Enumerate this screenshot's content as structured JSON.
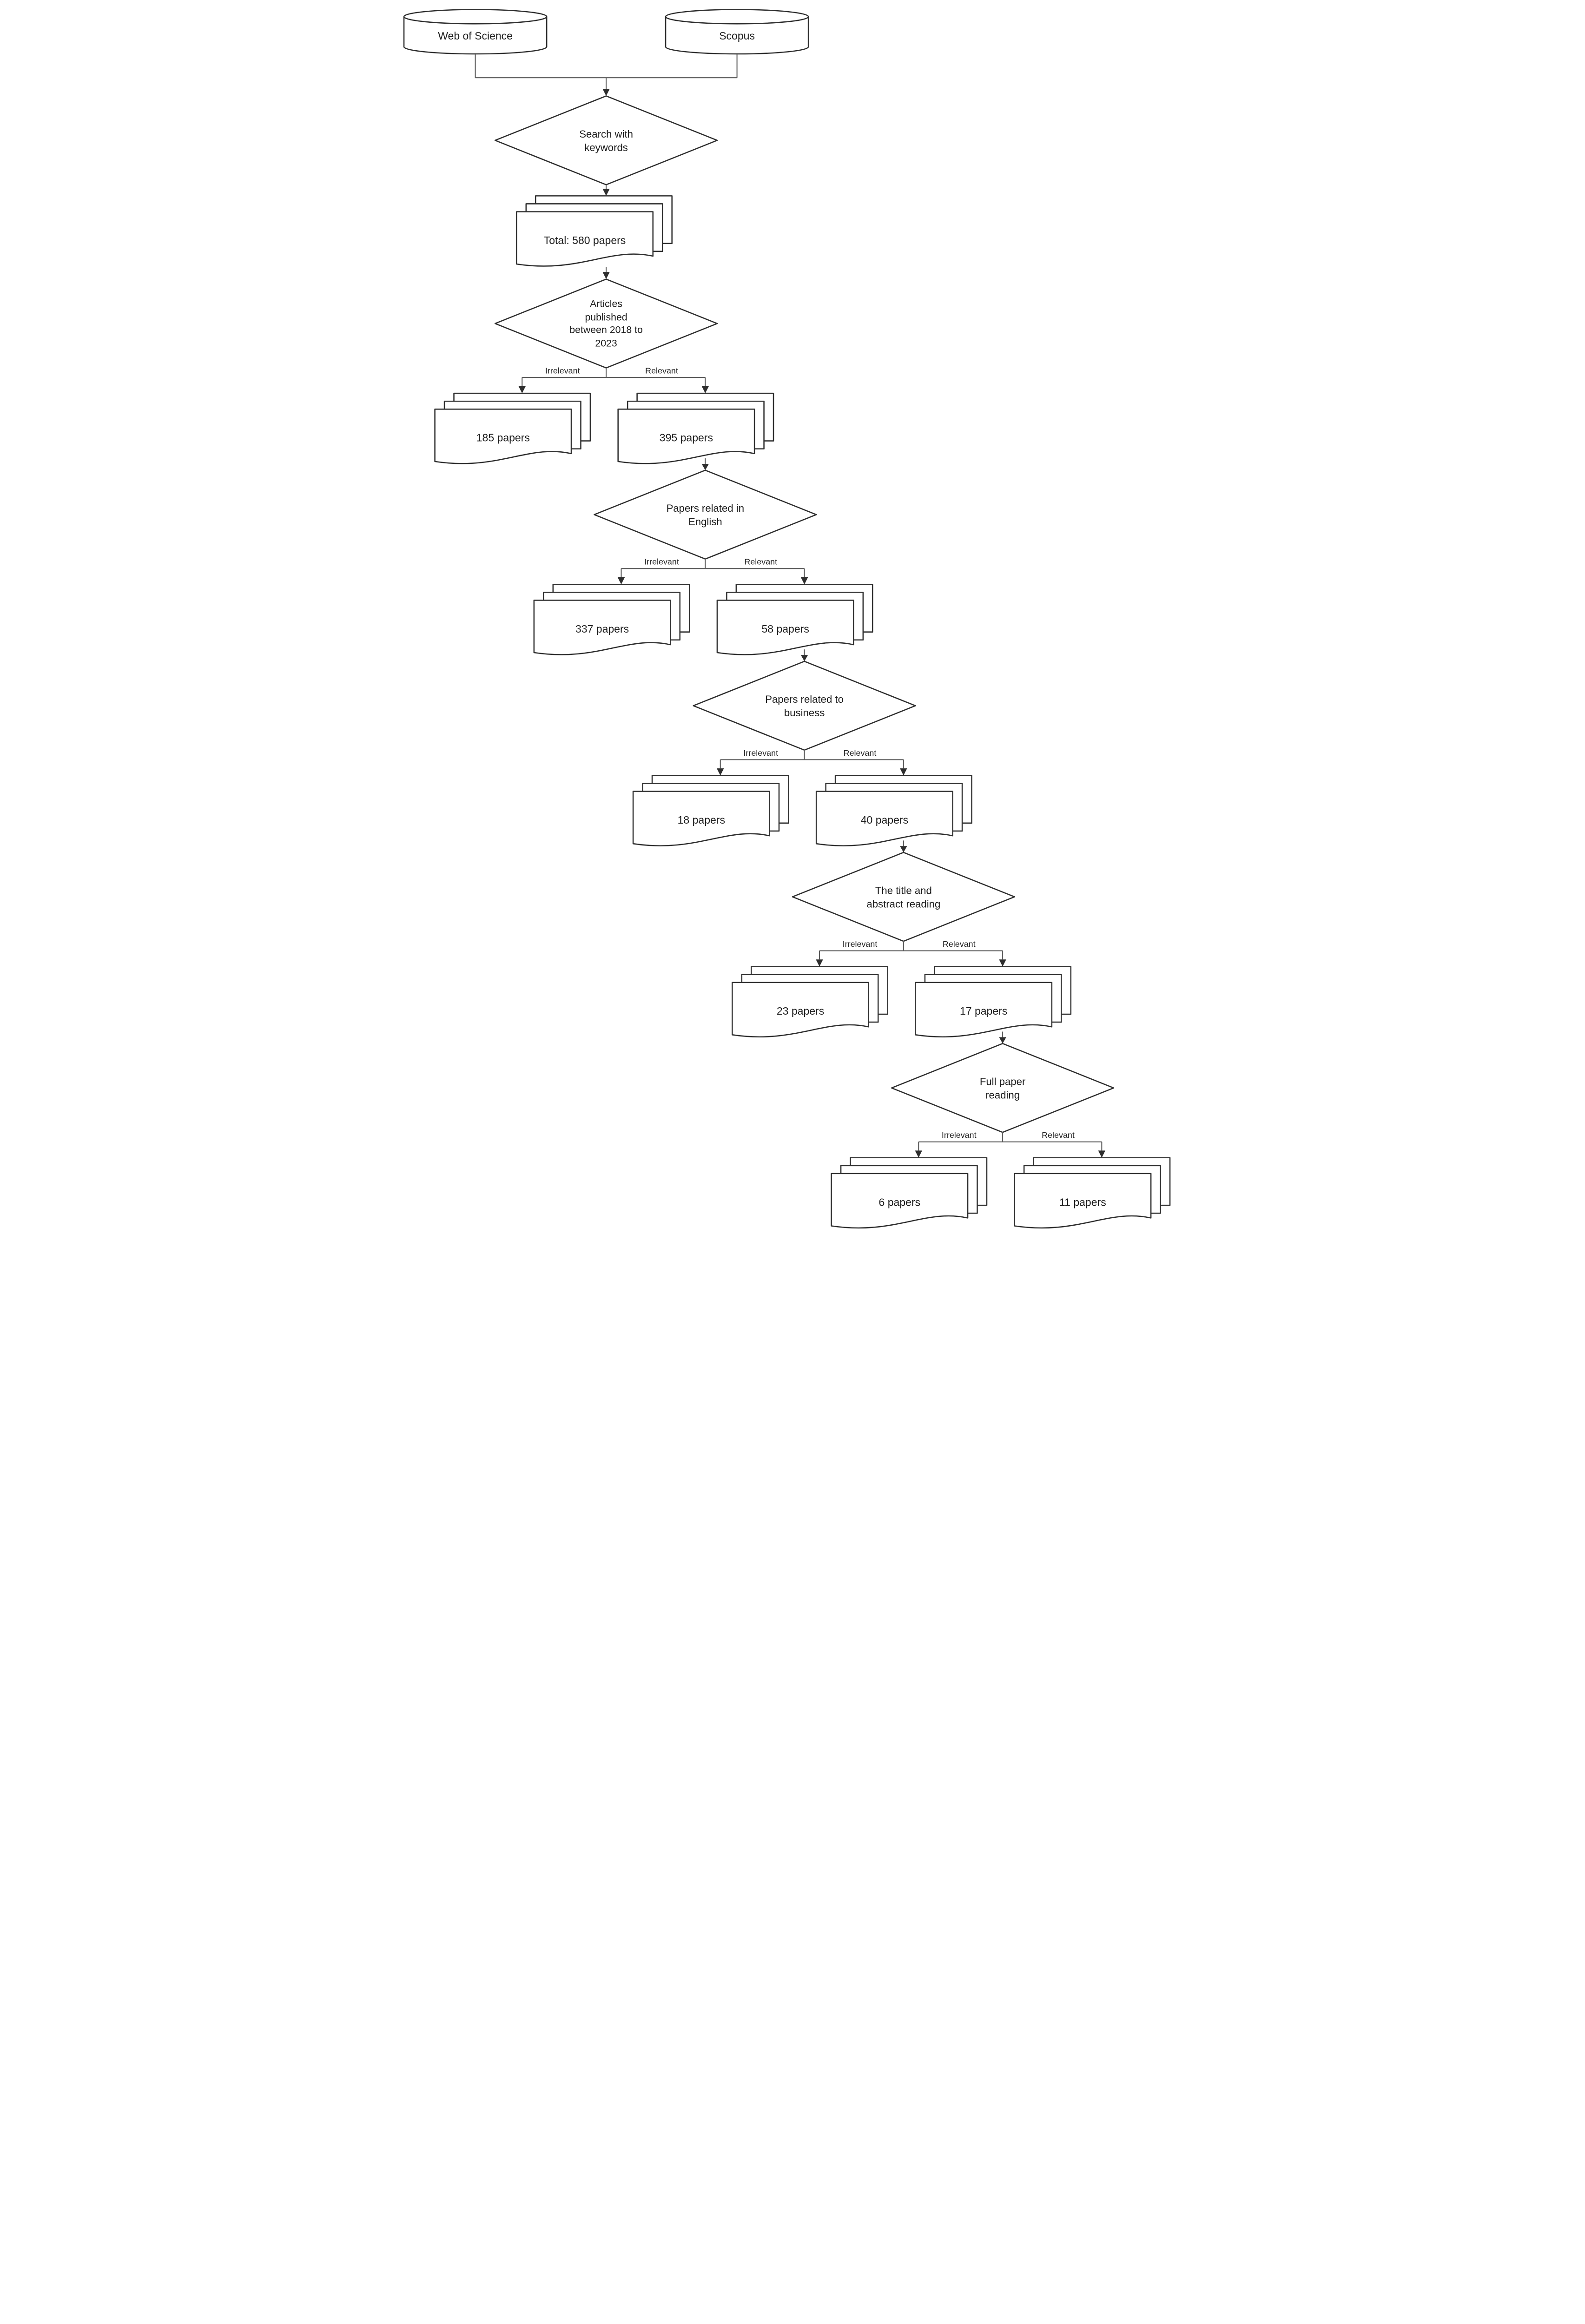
{
  "diagram_type": "flowchart",
  "colors": {
    "background": "#ffffff",
    "shape_fill": "#ffffff",
    "shape_stroke": "#2e2e2e",
    "connector": "#5a5a5a",
    "text": "#1c1c1c"
  },
  "nodes": {
    "wos": {
      "type": "database-cylinder",
      "label": "Web of Science"
    },
    "scopus": {
      "type": "database-cylinder",
      "label": "Scopus"
    },
    "d1": {
      "type": "decision",
      "lines": [
        "Search with",
        "keywords"
      ]
    },
    "s1": {
      "type": "document-stack",
      "label": "Total: 580 papers"
    },
    "d2": {
      "type": "decision",
      "lines": [
        "Articles",
        "published",
        "between 2018 to",
        "2023"
      ]
    },
    "s2_left": {
      "type": "document-stack",
      "label": "185 papers"
    },
    "s2_right": {
      "type": "document-stack",
      "label": "395 papers"
    },
    "d3": {
      "type": "decision",
      "lines": [
        "Papers related in",
        "English"
      ]
    },
    "s3_left": {
      "type": "document-stack",
      "label": "337 papers"
    },
    "s3_right": {
      "type": "document-stack",
      "label": "58 papers"
    },
    "d4": {
      "type": "decision",
      "lines": [
        "Papers related to",
        "business"
      ]
    },
    "s4_left": {
      "type": "document-stack",
      "label": "18 papers"
    },
    "s4_right": {
      "type": "document-stack",
      "label": "40 papers"
    },
    "d5": {
      "type": "decision",
      "lines": [
        "The title and",
        "abstract reading"
      ]
    },
    "s5_left": {
      "type": "document-stack",
      "label": "23 papers"
    },
    "s5_right": {
      "type": "document-stack",
      "label": "17 papers"
    },
    "d6": {
      "type": "decision",
      "lines": [
        "Full paper",
        "reading"
      ]
    },
    "s6_left": {
      "type": "document-stack",
      "label": "6 papers"
    },
    "s6_right": {
      "type": "document-stack",
      "label": "11 papers"
    }
  },
  "branches": {
    "irrelevant": "Irrelevant",
    "relevant": "Relevant"
  },
  "flow": [
    {
      "from": "wos+scopus",
      "to": "d1"
    },
    {
      "from": "d1",
      "to": "s1"
    },
    {
      "from": "s1",
      "to": "d2"
    },
    {
      "from": "d2",
      "irrelevant": "s2_left",
      "relevant": "s2_right"
    },
    {
      "from": "s2_right",
      "to": "d3"
    },
    {
      "from": "d3",
      "irrelevant": "s3_left",
      "relevant": "s3_right"
    },
    {
      "from": "s3_right",
      "to": "d4"
    },
    {
      "from": "d4",
      "irrelevant": "s4_left",
      "relevant": "s4_right"
    },
    {
      "from": "s4_right",
      "to": "d5"
    },
    {
      "from": "d5",
      "irrelevant": "s5_left",
      "relevant": "s5_right"
    },
    {
      "from": "s5_right",
      "to": "d6"
    },
    {
      "from": "d6",
      "irrelevant": "s6_left",
      "relevant": "s6_right"
    }
  ]
}
